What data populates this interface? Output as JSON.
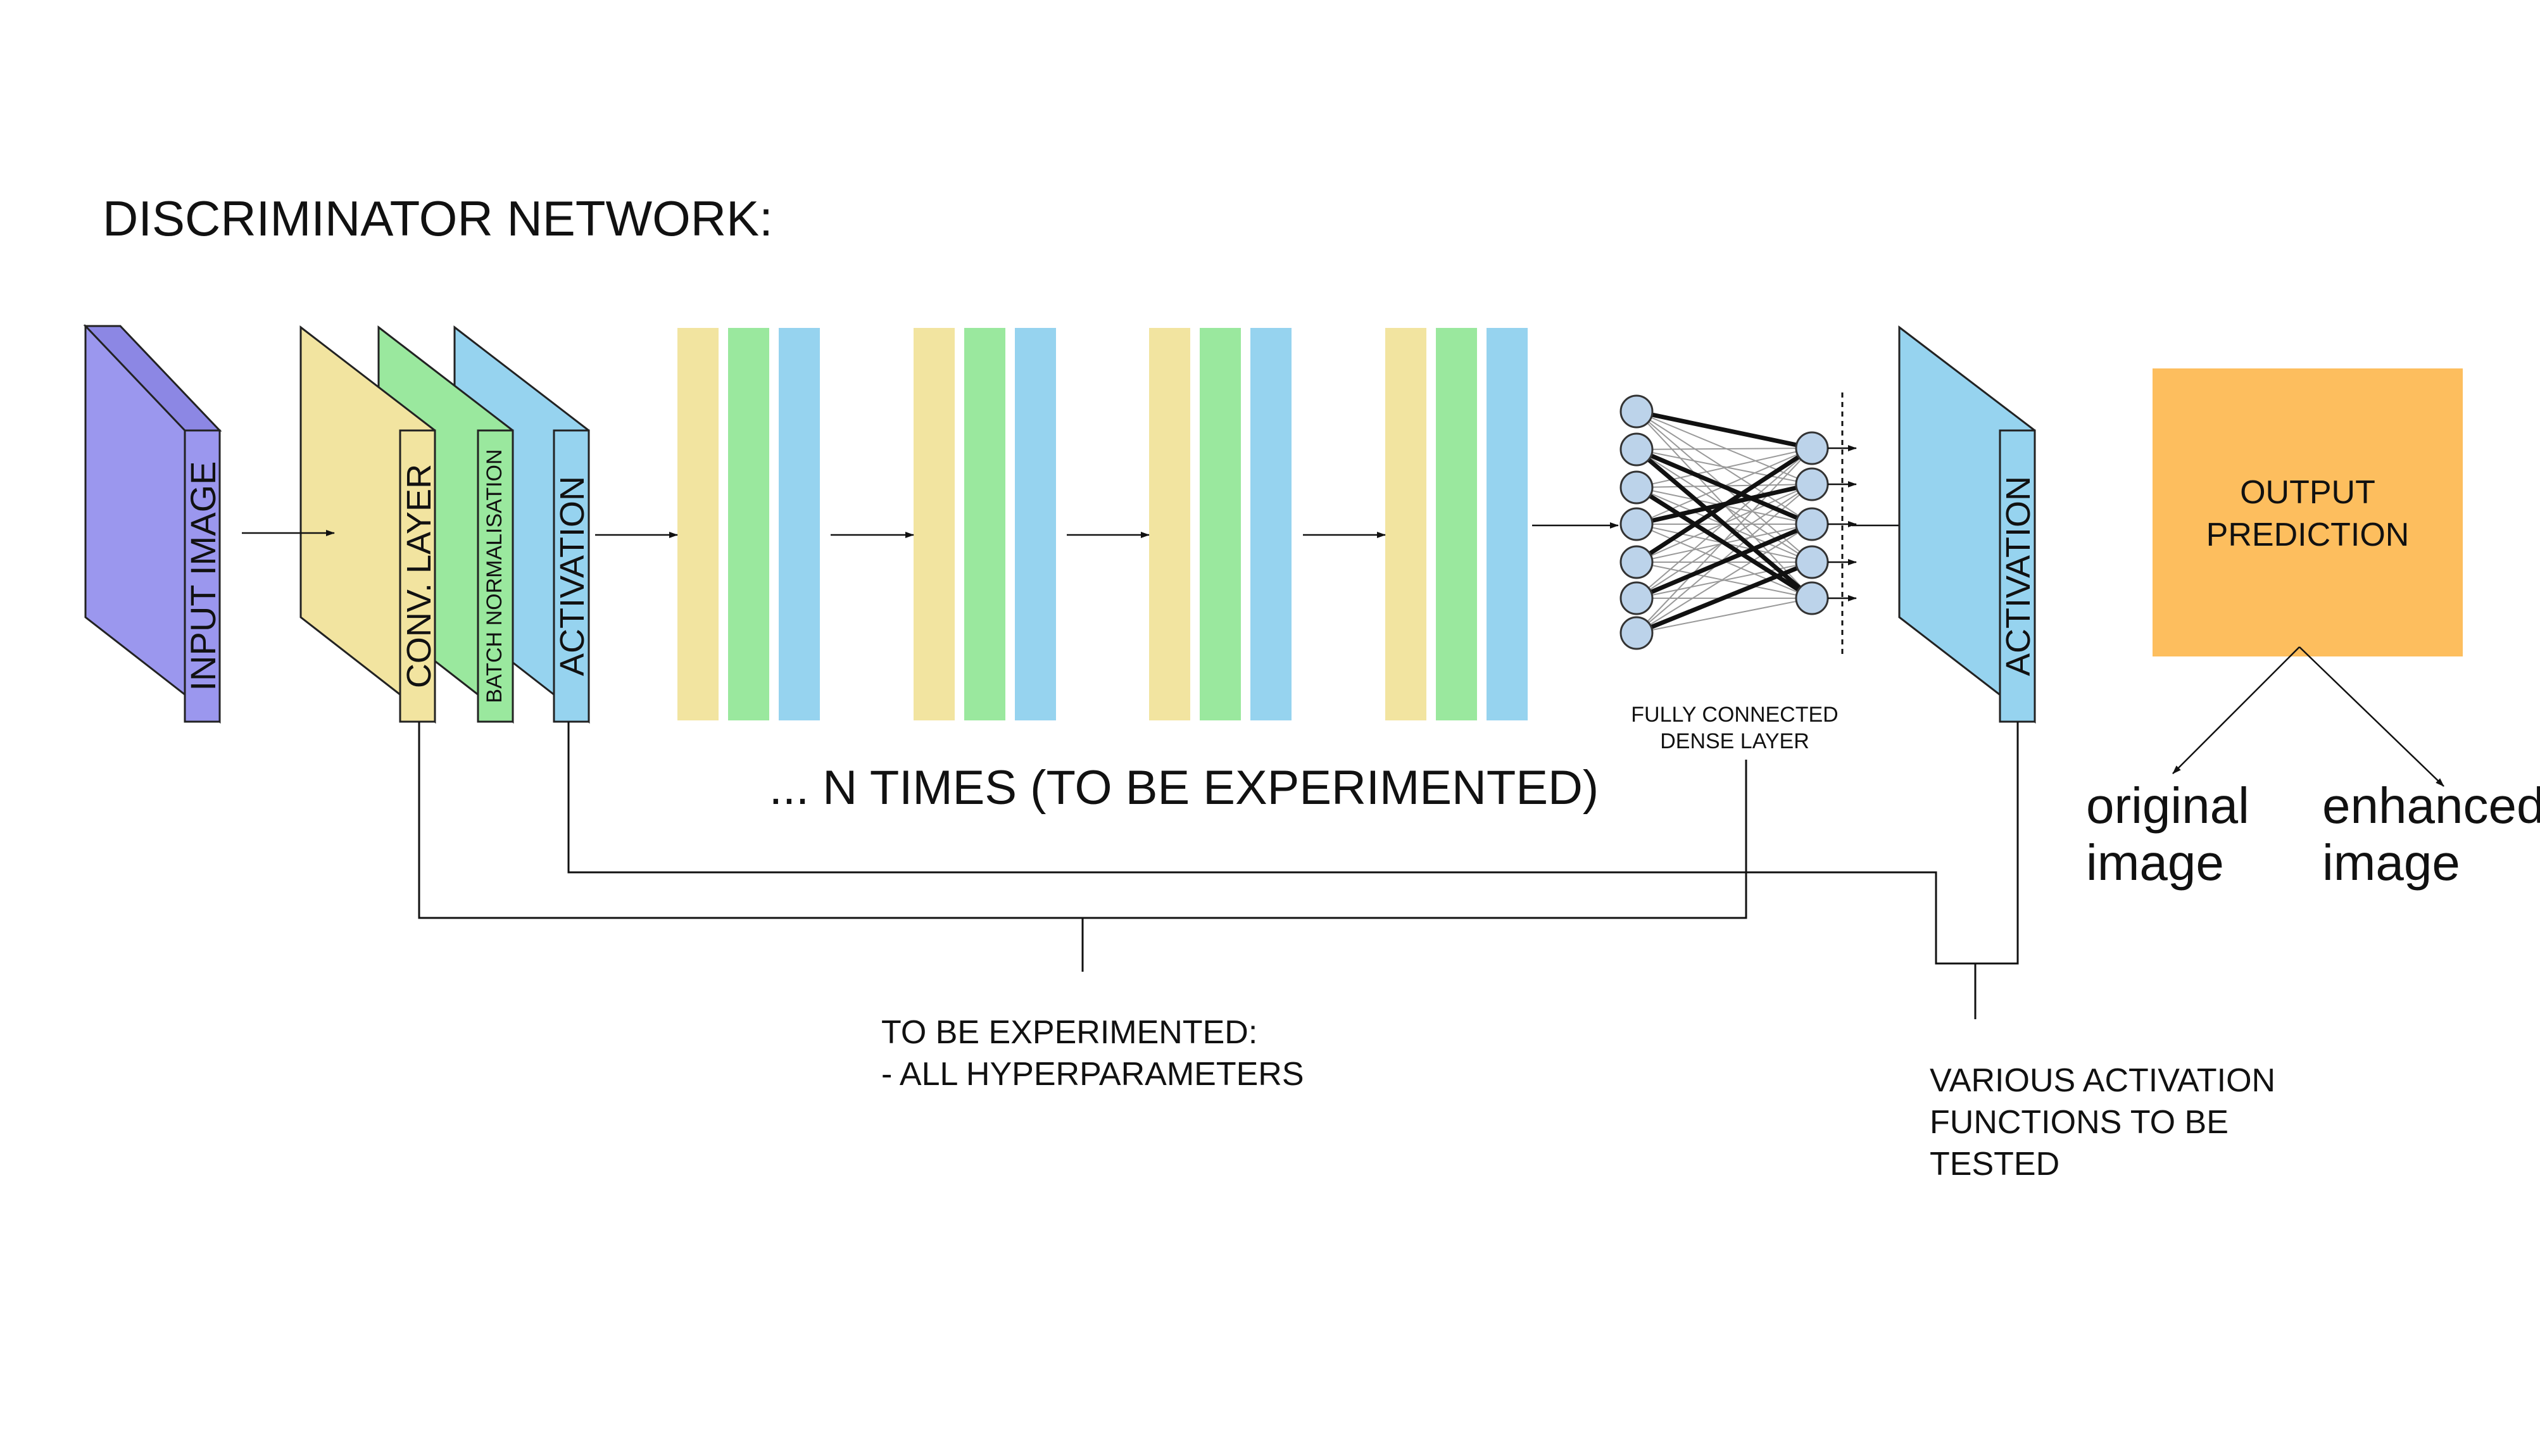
{
  "title": "DISCRIMINATOR NETWORK:",
  "blocks": {
    "input": "INPUT IMAGE",
    "conv": "CONV. LAYER",
    "batchnorm": "BATCH NORMALISATION",
    "activation": "ACTIVATION",
    "final_activation": "ACTIVATION"
  },
  "repeat_label": "... N TIMES (TO BE EXPERIMENTED)",
  "dense_label": [
    "FULLY CONNECTED",
    "DENSE LAYER"
  ],
  "output_label": [
    "OUTPUT",
    "PREDICTION"
  ],
  "output_classes": [
    [
      "original",
      "image"
    ],
    [
      "enhanced",
      "image"
    ]
  ],
  "note_hyperparams": [
    "TO BE EXPERIMENTED:",
    "- ALL HYPERPARAMETERS"
  ],
  "note_activation": [
    "VARIOUS ACTIVATION",
    "FUNCTIONS TO BE",
    "TESTED"
  ],
  "colors": {
    "input": "#9b97ee",
    "conv": "#f2e4a0",
    "batchnorm": "#9ae89e",
    "activation": "#96d3ef",
    "output": "#fdbe5e",
    "node": "#bcd3ea"
  }
}
